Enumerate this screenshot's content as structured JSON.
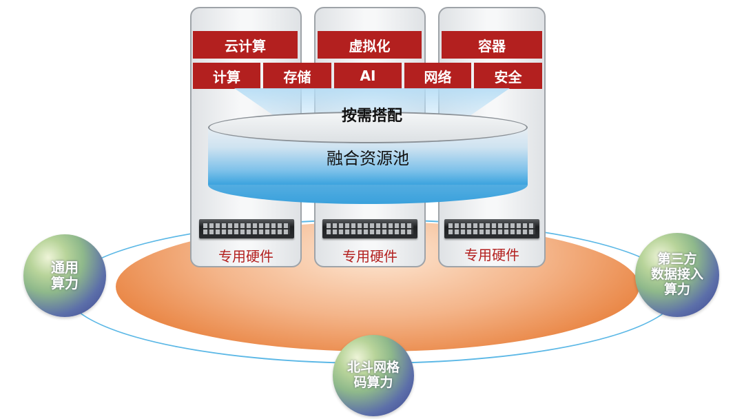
{
  "stack": {
    "top_labels": [
      "云计算",
      "虚拟化",
      "容器"
    ],
    "bottom_labels": [
      "计算",
      "存储",
      "AI",
      "网络",
      "安全"
    ],
    "on_demand": "按需搭配",
    "pool": "融合资源池"
  },
  "hardware": {
    "label": "专用硬件"
  },
  "compute_nodes": {
    "general": [
      "通用",
      "算力"
    ],
    "third_party": [
      "第三方",
      "数据接入",
      "算力"
    ],
    "beidou": [
      "北斗网格",
      "码算力"
    ]
  },
  "colors": {
    "red": "#b3201f",
    "ring": "#5cb8e6",
    "platform": "#e98442",
    "pool_blue": "#3ba3de"
  }
}
